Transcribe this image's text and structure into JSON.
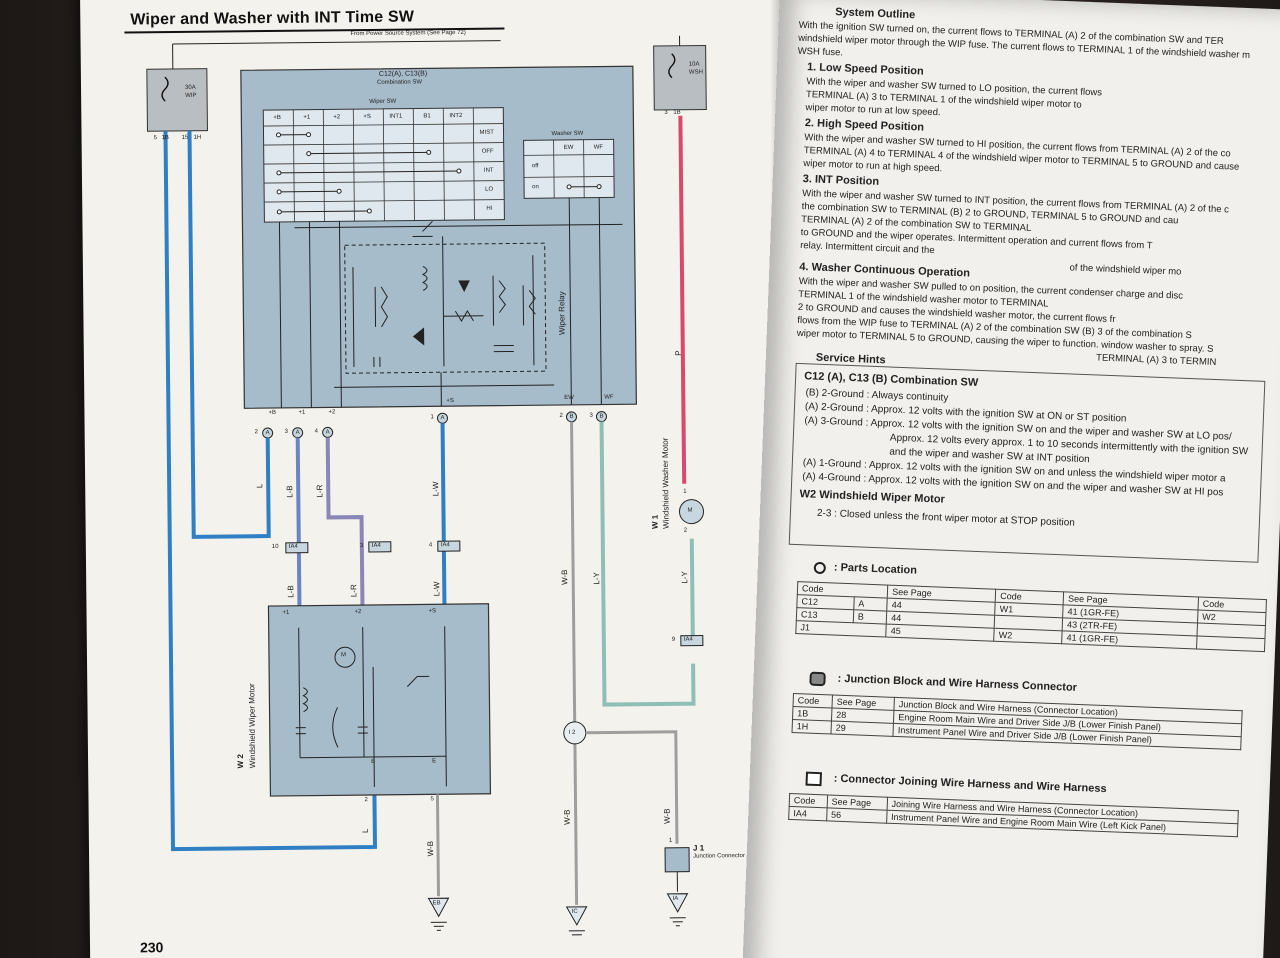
{
  "diagram": {
    "title": "Wiper and Washer with INT Time SW",
    "power_note": "From Power Source System (See Page 72)",
    "fuse_wip": {
      "rating": "30A",
      "name": "WIP"
    },
    "fuse_wsh": {
      "rating": "10A",
      "name": "WSH"
    },
    "fuse_pins": {
      "left_a": "5",
      "left_a_code": "1B",
      "left_b": "15",
      "left_b_code": "1H",
      "right": "3",
      "right_code": "1B"
    },
    "switch_label": "C12(A), C13(B)",
    "switch_sub": "Combination SW",
    "wiper_sw": "Wiper SW",
    "wiper_cols": [
      "+B",
      "+1",
      "+2",
      "+S",
      "INT1",
      "B1",
      "INT2"
    ],
    "wiper_rows": [
      "MIST",
      "OFF",
      "INT",
      "LO",
      "HI"
    ],
    "washer_sw": "Washer SW",
    "washer_cols": [
      "EW",
      "WF"
    ],
    "washer_rows": [
      "off",
      "on"
    ],
    "relay_label": "Wiper Relay",
    "term_labels": [
      "+B",
      "+1",
      "+2",
      "+S",
      "EW",
      "WF"
    ],
    "bottom_pins": [
      {
        "num": "2",
        "conn": "A"
      },
      {
        "num": "3",
        "conn": "A"
      },
      {
        "num": "4",
        "conn": "A"
      },
      {
        "num": "1",
        "conn": "A"
      },
      {
        "num": "2",
        "conn": "B"
      },
      {
        "num": "3",
        "conn": "B"
      }
    ],
    "wires": {
      "l": "L",
      "lb": "L-B",
      "lr": "L-R",
      "lw": "L-W",
      "wb": "W-B",
      "ly": "L-Y",
      "p": "P"
    },
    "ia4": [
      {
        "num": "10",
        "code": "IA4"
      },
      {
        "num": "3",
        "code": "IA4"
      },
      {
        "num": "4",
        "code": "IA4"
      },
      {
        "num": "9",
        "code": "IA4"
      }
    ],
    "motor_label": "Windshield Wiper Motor",
    "motor_code": "W 2",
    "motor_terms": [
      "+1",
      "+2",
      "+S",
      "B",
      "E"
    ],
    "motor_pins": [
      "2",
      "5"
    ],
    "washer_motor_code": "W 1",
    "washer_motor_label": "Windshield Washer Motor",
    "washer_motor_pins": [
      "1",
      "2"
    ],
    "motor_symbol": "M",
    "junction_num": "I 2",
    "j1_code": "J 1",
    "j1_label": "Junction Connector",
    "j1_pin": "1",
    "grounds": [
      "EB",
      "IC",
      "IA"
    ],
    "page_number": "230"
  },
  "outline": {
    "heading": "System Outline",
    "intro": [
      "With the ignition SW turned on, the current flows to TERMINAL (A) 2 of the combination SW and TER",
      "windshield wiper motor through the WIP fuse. The current flows to TERMINAL 1 of the windshield washer m",
      "WSH fuse."
    ],
    "sections": [
      {
        "title": "1. Low Speed Position",
        "lines": [
          "With the wiper and washer SW turned to LO position, the current flows",
          "TERMINAL (A) 3 to TERMINAL 1 of the windshield wiper motor to",
          "wiper motor to run at low speed."
        ]
      },
      {
        "title": "2. High Speed Position",
        "lines": [
          "With the wiper and washer SW turned to HI position, the current flows from TERMINAL (A) 2 of the co",
          "TERMINAL (A) 4 to TERMINAL 4 of the windshield wiper motor to TERMINAL 5 to GROUND and cause",
          "wiper motor to run at high speed."
        ]
      },
      {
        "title": "3. INT Position",
        "lines": [
          "With the wiper and washer SW turned to INT position, the current flows from TERMINAL (A) 2 of the c",
          "the combination SW to TERMINAL (B) 2 to GROUND, TERMINAL 5 to GROUND and cau",
          "TERMINAL (A) 2 of the combination SW to TERMINAL",
          "to GROUND and the wiper operates. Intermittent operation and current flows from T",
          "relay. Intermittent circuit and the",
          "of the windshield wiper mo"
        ]
      },
      {
        "title": "4. Washer Continuous Operation",
        "lines": [
          "With the wiper and washer SW pulled to on position, the current condenser charge and disc",
          "TERMINAL 1 of the windshield washer motor to TERMINAL",
          "2 to GROUND and causes the windshield washer motor, the current flows fr",
          "flows from the WIP fuse to TERMINAL (A) 2 of the combination SW (B) 3 of the combination S",
          "wiper motor to TERMINAL 5 to GROUND, causing the wiper to function. window washer to spray. S",
          "TERMINAL (A) 3 to TERMIN"
        ]
      }
    ]
  },
  "service_hints": {
    "heading": "Service Hints",
    "item1_title": "C12 (A), C13 (B) Combination SW",
    "item1_lines": [
      "(B) 2-Ground : Always continuity",
      "(A) 2-Ground : Approx. 12 volts with the ignition SW at ON or ST position",
      "(A) 3-Ground : Approx. 12 volts with the ignition SW on and the wiper and washer SW at LO pos/",
      "Approx. 12 volts every approx. 1 to 10 seconds intermittently with the ignition SW",
      "and the wiper and washer SW at INT position",
      "(A) 1-Ground : Approx. 12 volts with the ignition SW on and unless the windshield wiper motor a",
      "(A) 4-Ground : Approx. 12 volts with the ignition SW on and the wiper and washer SW at HI pos"
    ],
    "item2_title": "W2 Windshield Wiper Motor",
    "item2_lines": [
      "2-3 : Closed unless the front wiper motor at STOP position"
    ]
  },
  "parts_location": {
    "heading": ": Parts Location",
    "headers": [
      "Code",
      "See Page",
      "Code",
      "See Page",
      "Code"
    ],
    "rows": [
      [
        "C12",
        "A",
        "44",
        "W1",
        "41 (1GR-FE)",
        "W2"
      ],
      [
        "C13",
        "B",
        "44",
        "",
        "43 (2TR-FE)",
        ""
      ],
      [
        "J1",
        "",
        "45",
        "W2",
        "41 (1GR-FE)",
        ""
      ]
    ]
  },
  "junction_block": {
    "heading": ": Junction Block and Wire Harness Connector",
    "headers": [
      "Code",
      "See Page",
      "Junction Block and Wire Harness (Connector Location)"
    ],
    "rows": [
      [
        "1B",
        "28",
        "Engine Room Main Wire and Driver Side J/B (Lower Finish Panel)"
      ],
      [
        "1H",
        "29",
        "Instrument Panel Wire and Driver Side J/B (Lower Finish Panel)"
      ]
    ]
  },
  "connector_joining": {
    "heading": ": Connector Joining Wire Harness and Wire Harness",
    "headers": [
      "Code",
      "See Page",
      "Joining Wire Harness and Wire Harness (Connector Location)"
    ],
    "rows": [
      [
        "IA4",
        "56",
        "Instrument Panel Wire and Engine Room Main Wire (Left Kick Panel)"
      ]
    ]
  },
  "colors": {
    "blue_wire": "#2f7fc4",
    "pink_wire": "#d9496b",
    "green_wire": "#8fbeb7",
    "purple_wire": "#8a86b8",
    "box_fill": "#a7bccb"
  }
}
